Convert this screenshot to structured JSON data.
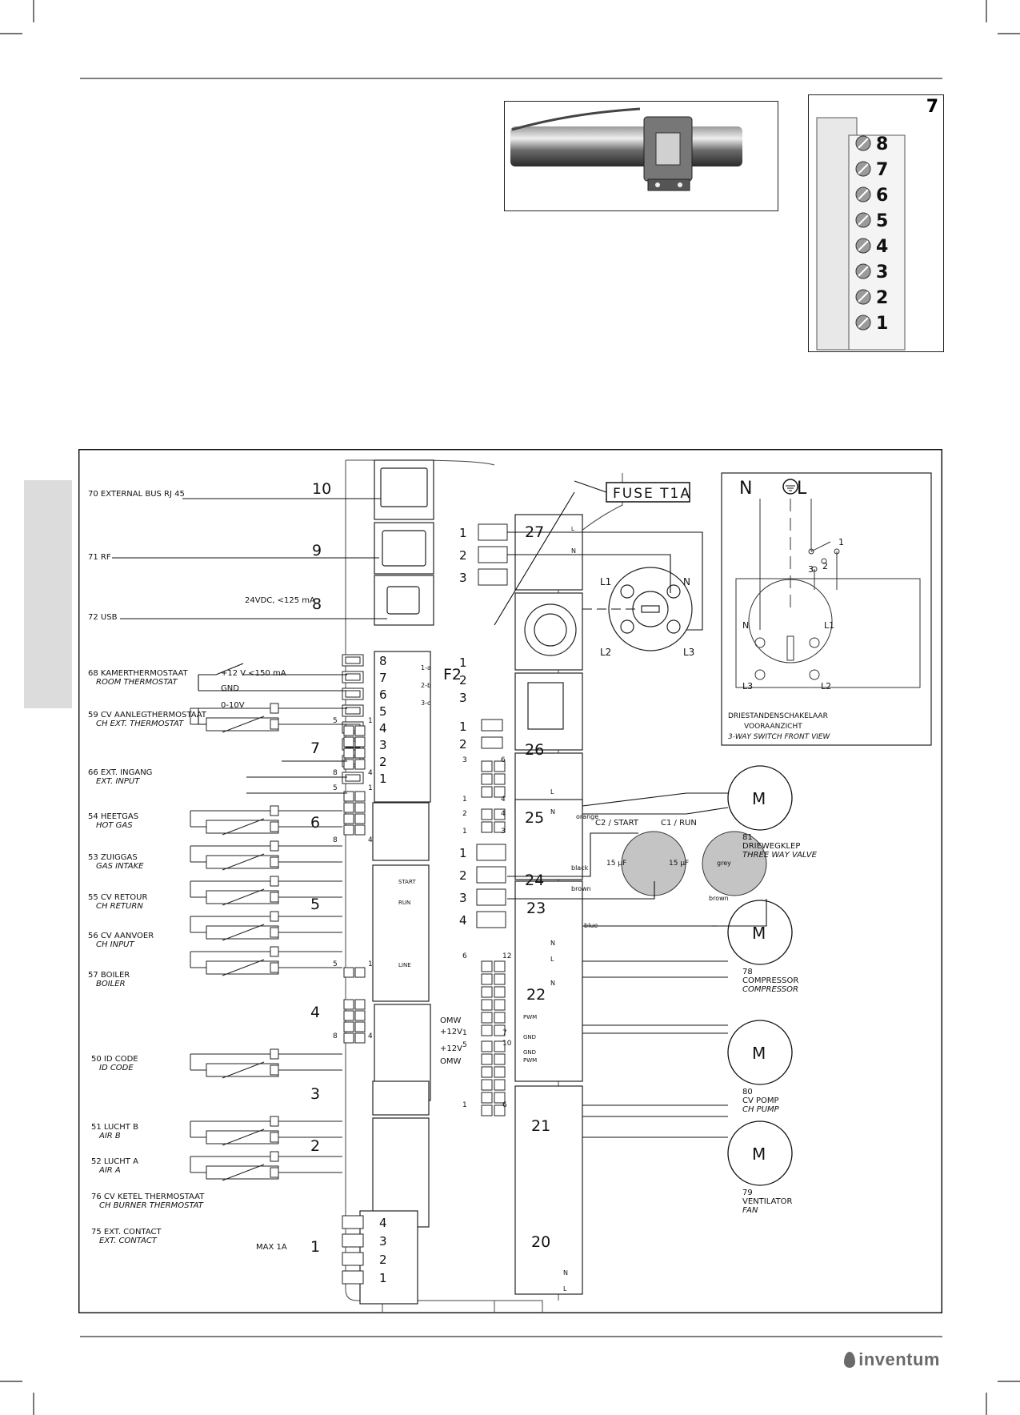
{
  "photo_panel": {
    "number": "7",
    "terminals": [
      "8",
      "7",
      "6",
      "5",
      "4",
      "3",
      "2",
      "1"
    ]
  },
  "diagram": {
    "fuse_label": "FUSE T1A",
    "left_labels": [
      {
        "id": "70",
        "nl": "70 EXTERNAL BUS RJ 45",
        "en": ""
      },
      {
        "id": "71",
        "nl": "71 RF",
        "en": ""
      },
      {
        "id": "72",
        "nl": "72 USB",
        "en": ""
      },
      {
        "id": "68",
        "nl": "68 KAMERTHERMOSTAAT",
        "en": "ROOM THERMOSTAT"
      },
      {
        "id": "59",
        "nl": "59 CV AANLEGTHERMOSTAAT",
        "en": "CH  EXT. THERMOSTAT"
      },
      {
        "id": "66",
        "nl": "66 EXT. INGANG",
        "en": "EXT. INPUT"
      },
      {
        "id": "54",
        "nl": "54 HEETGAS",
        "en": "HOT GAS"
      },
      {
        "id": "53",
        "nl": "53 ZUIGGAS",
        "en": "GAS INTAKE"
      },
      {
        "id": "55",
        "nl": "55 CV RETOUR",
        "en": "CH RETURN"
      },
      {
        "id": "56",
        "nl": "56 CV AANVOER",
        "en": "CH INPUT"
      },
      {
        "id": "57",
        "nl": "57 BOILER",
        "en": "BOILER"
      },
      {
        "id": "50",
        "nl": "50 ID CODE",
        "en": "ID CODE"
      },
      {
        "id": "51",
        "nl": "51 LUCHT B",
        "en": "AIR B"
      },
      {
        "id": "52",
        "nl": "52 LUCHT A",
        "en": "AIR A"
      },
      {
        "id": "76",
        "nl": "76 CV KETEL THERMOSTAAT",
        "en": "CH BURNER THERMOSTAT"
      },
      {
        "id": "75",
        "nl": "75 EXT. CONTACT",
        "en": "EXT. CONTACT"
      }
    ],
    "signals": {
      "v24": "24VDC, <125 mA",
      "v12": "+12 V <150 mA",
      "gnd": "GND",
      "v010": "0-10V",
      "max": "MAX 1A"
    },
    "connectors": [
      "10",
      "9",
      "8",
      "7",
      "6",
      "5",
      "4",
      "3",
      "2",
      "1",
      "27",
      "F2",
      "26",
      "25",
      "24",
      "23",
      "22",
      "21",
      "20"
    ],
    "pins_27": [
      "1",
      "2",
      "3"
    ],
    "pins_26": [
      "1",
      "2",
      "3"
    ],
    "pins_25": [
      "1",
      "2"
    ],
    "pins_22": [
      "1",
      "2",
      "3",
      "4"
    ],
    "pins_7": [
      "8",
      "7",
      "6",
      "5",
      "4",
      "3",
      "2",
      "1"
    ],
    "pins_1": [
      "4",
      "3",
      "2",
      "1"
    ],
    "leds": [
      "1-a",
      "2-b",
      "3-c"
    ],
    "start": "START",
    "run": "RUN",
    "line": "LINE",
    "omw": "OMW",
    "plus12": "+12V",
    "pwm": "PWM",
    "gnd_small": "GND",
    "wire": {
      "L": "L",
      "N": "N",
      "orange": "orange",
      "black": "black",
      "brown": "brown",
      "blue": "blue",
      "grey": "grey"
    },
    "caps": {
      "c2": "C2 / START",
      "c1": "C1 / RUN",
      "value": "15 μF"
    },
    "switch_panel": {
      "header_n": "N",
      "header_l": "L",
      "pos1": "1",
      "pos2": "2",
      "pos3": "3",
      "n": "N",
      "l1": "L1",
      "l2": "L2",
      "l3": "L3",
      "caption1": "DRIESTANDENSCHAKELAAR",
      "caption2": "VOORAANZICHT",
      "caption3": "3-WAY SWITCH FRONT VIEW"
    },
    "plug": {
      "l1": "L1",
      "l2": "L2",
      "l3": "L3",
      "n": "N"
    },
    "motor": "M",
    "motors": [
      {
        "id": "81",
        "nl": "DRIEWEGKLEP",
        "en": "THREE WAY VALVE"
      },
      {
        "id": "78",
        "nl": "COMPRESSOR",
        "en": "COMPRESSOR"
      },
      {
        "id": "80",
        "nl": "CV POMP",
        "en": "CH PUMP"
      },
      {
        "id": "79",
        "nl": "VENTILATOR",
        "en": "FAN"
      }
    ],
    "pin_nums": {
      "p5": "5",
      "p1": "1",
      "p8": "8",
      "p4": "4",
      "p3": "3",
      "p6": "6",
      "p2": "2",
      "p12": "12",
      "p7": "7",
      "p10": "10"
    }
  },
  "brand": "inventum"
}
